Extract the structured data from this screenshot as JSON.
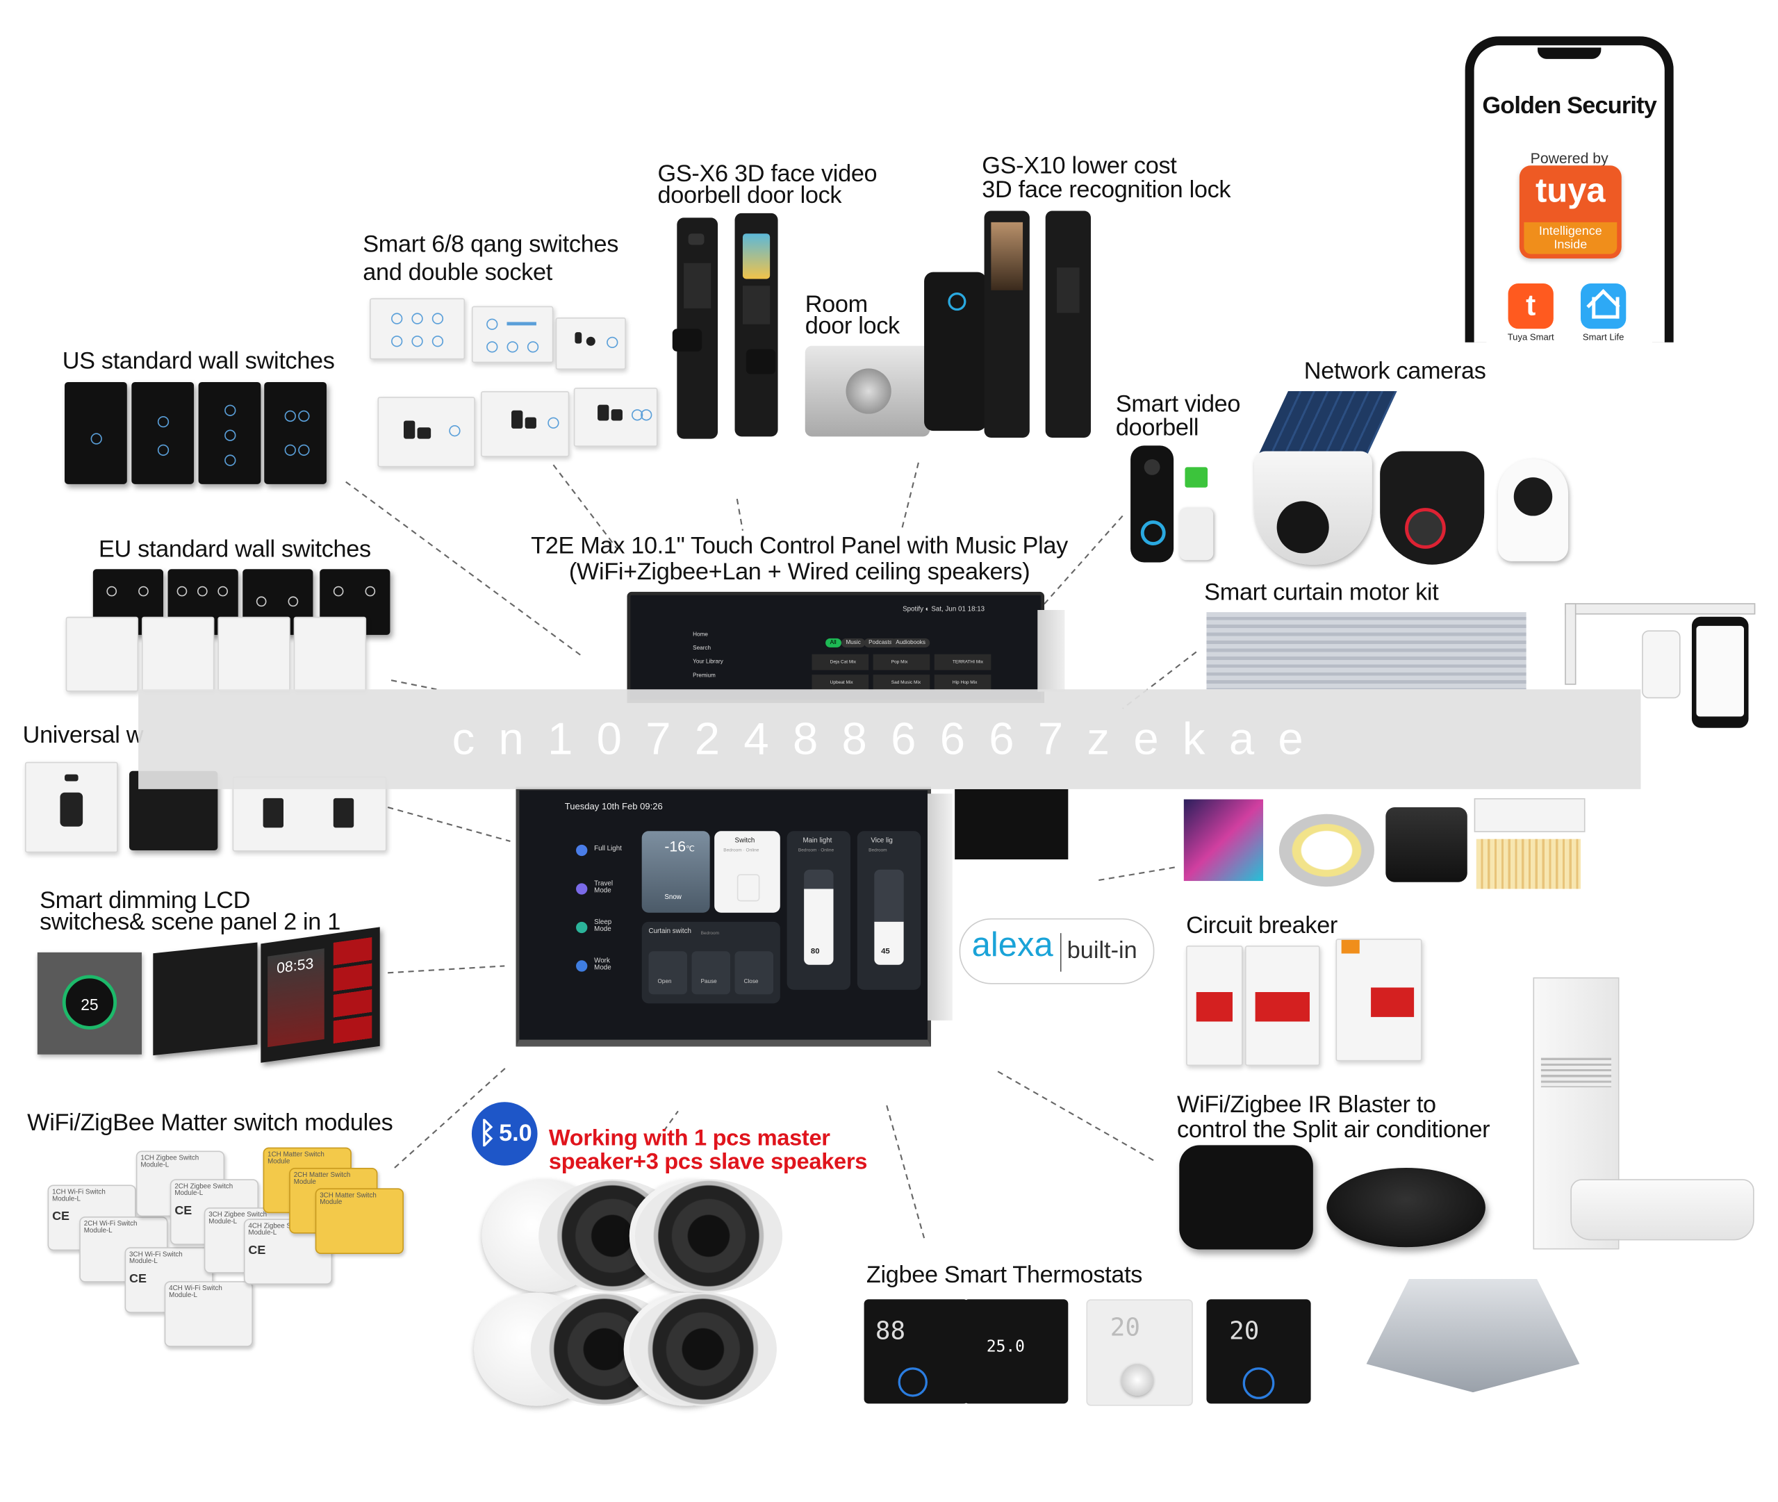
{
  "labels": {
    "us_switches": "US standard wall switches",
    "smart_switches": "Smart 6/8 qang switches\nand double socket",
    "gsx6": "GS-X6 3D face video\ndoorbell door lock",
    "gsx10": "GS-X10 lower cost\n3D face recognition lock",
    "room_lock": "Room\ndoor lock",
    "network_cameras": "Network cameras",
    "video_doorbell": "Smart video\ndoorbell",
    "eu_switches": "EU standard wall switches",
    "panel_title": "T2E Max 10.1\" Touch Control Panel with Music Play\n(WiFi+Zigbee+Lan + Wired ceiling speakers)",
    "curtain": "Smart curtain motor kit",
    "universal": "Universal w",
    "dimming": "Smart dimming LCD\nswitches& scene panel 2 in  1",
    "circuit_breaker": "Circuit breaker",
    "ir_blaster": "WiFi/Zigbee IR Blaster to\ncontrol the Split air conditioner",
    "modules": "WiFi/ZigBee Matter switch modules",
    "thermostats": "Zigbee Smart Thermostats",
    "speakers_note": "Working with 1 pcs master\nspeaker+3 pcs slave speakers"
  },
  "bluetooth_badge": "5.0",
  "alexa": {
    "word": "alexa",
    "suffix": "built-in"
  },
  "watermark": "cn10724886667zekae",
  "phone": {
    "title": "Golden Security",
    "powered_by": "Powered by",
    "brand": "tuya",
    "brand_sub": "Intelligence\nInside",
    "app1": "Tuya Smart",
    "app2": "Smart Life"
  },
  "panel_top_ui": {
    "status": "Spotify ◐    Sat, Jun 01 18:13",
    "nav": [
      "Home",
      "Search",
      "Your Library",
      "Premium"
    ],
    "chips": [
      "All",
      "Music",
      "Podcasts",
      "Audiobooks"
    ],
    "tiles": [
      "Deja Cat Mix",
      "Pop Mix",
      "TERRATHI Mix",
      "Upbeat Mix",
      "Sad Music Mix",
      "Hip Hop Mix"
    ]
  },
  "panel_main_ui": {
    "date": "Tuesday 10th Feb 09:26",
    "scenes": [
      "Full Light",
      "Travel\nMode",
      "Sleep\nMode",
      "Work\nMode"
    ],
    "temp": "-16",
    "temp_unit": "℃",
    "weather": "Snow",
    "switch_card": "Switch",
    "switch_sub": "Bedroom · Online",
    "main_light": "Main light",
    "main_light_sub": "Bedroom · Online",
    "vice_light": "Vice lig",
    "vice_light_sub": "Bedroom",
    "curtain_card": "Curtain switch",
    "curtain_room": "Bedroom",
    "curtain_buttons": [
      "Open",
      "Pause",
      "Close"
    ],
    "main_level": "80",
    "vice_level": "45"
  },
  "dimming_panel": {
    "dial": "25",
    "time": "08:53"
  },
  "thermostat_readouts": [
    "88",
    "25.0",
    "20",
    "20"
  ],
  "modules_text": {
    "w1": "1CH Wi-Fi Switch Module-L",
    "w2": "2CH Wi-Fi Switch Module-L",
    "w3": "3CH Wi-Fi Switch Module-L",
    "w4": "4CH Wi-Fi Switch Module-L",
    "z1": "1CH Zigbee Switch Module-L",
    "z2": "2CH Zigbee Switch Module-L",
    "z3": "3CH Zigbee Switch Module-L",
    "z4": "4CH Zigbee Switch Module-L",
    "m1": "1CH Matter Switch Module",
    "m2": "2CH Matter Switch Module",
    "m3": "3CH Matter Switch Module",
    "ce": "CE"
  },
  "colors": {
    "speaker_note": "#e0141c",
    "bluetooth": "#1e56c8",
    "alexa": "#1aa3d8",
    "tuya": "#ee5a24"
  }
}
